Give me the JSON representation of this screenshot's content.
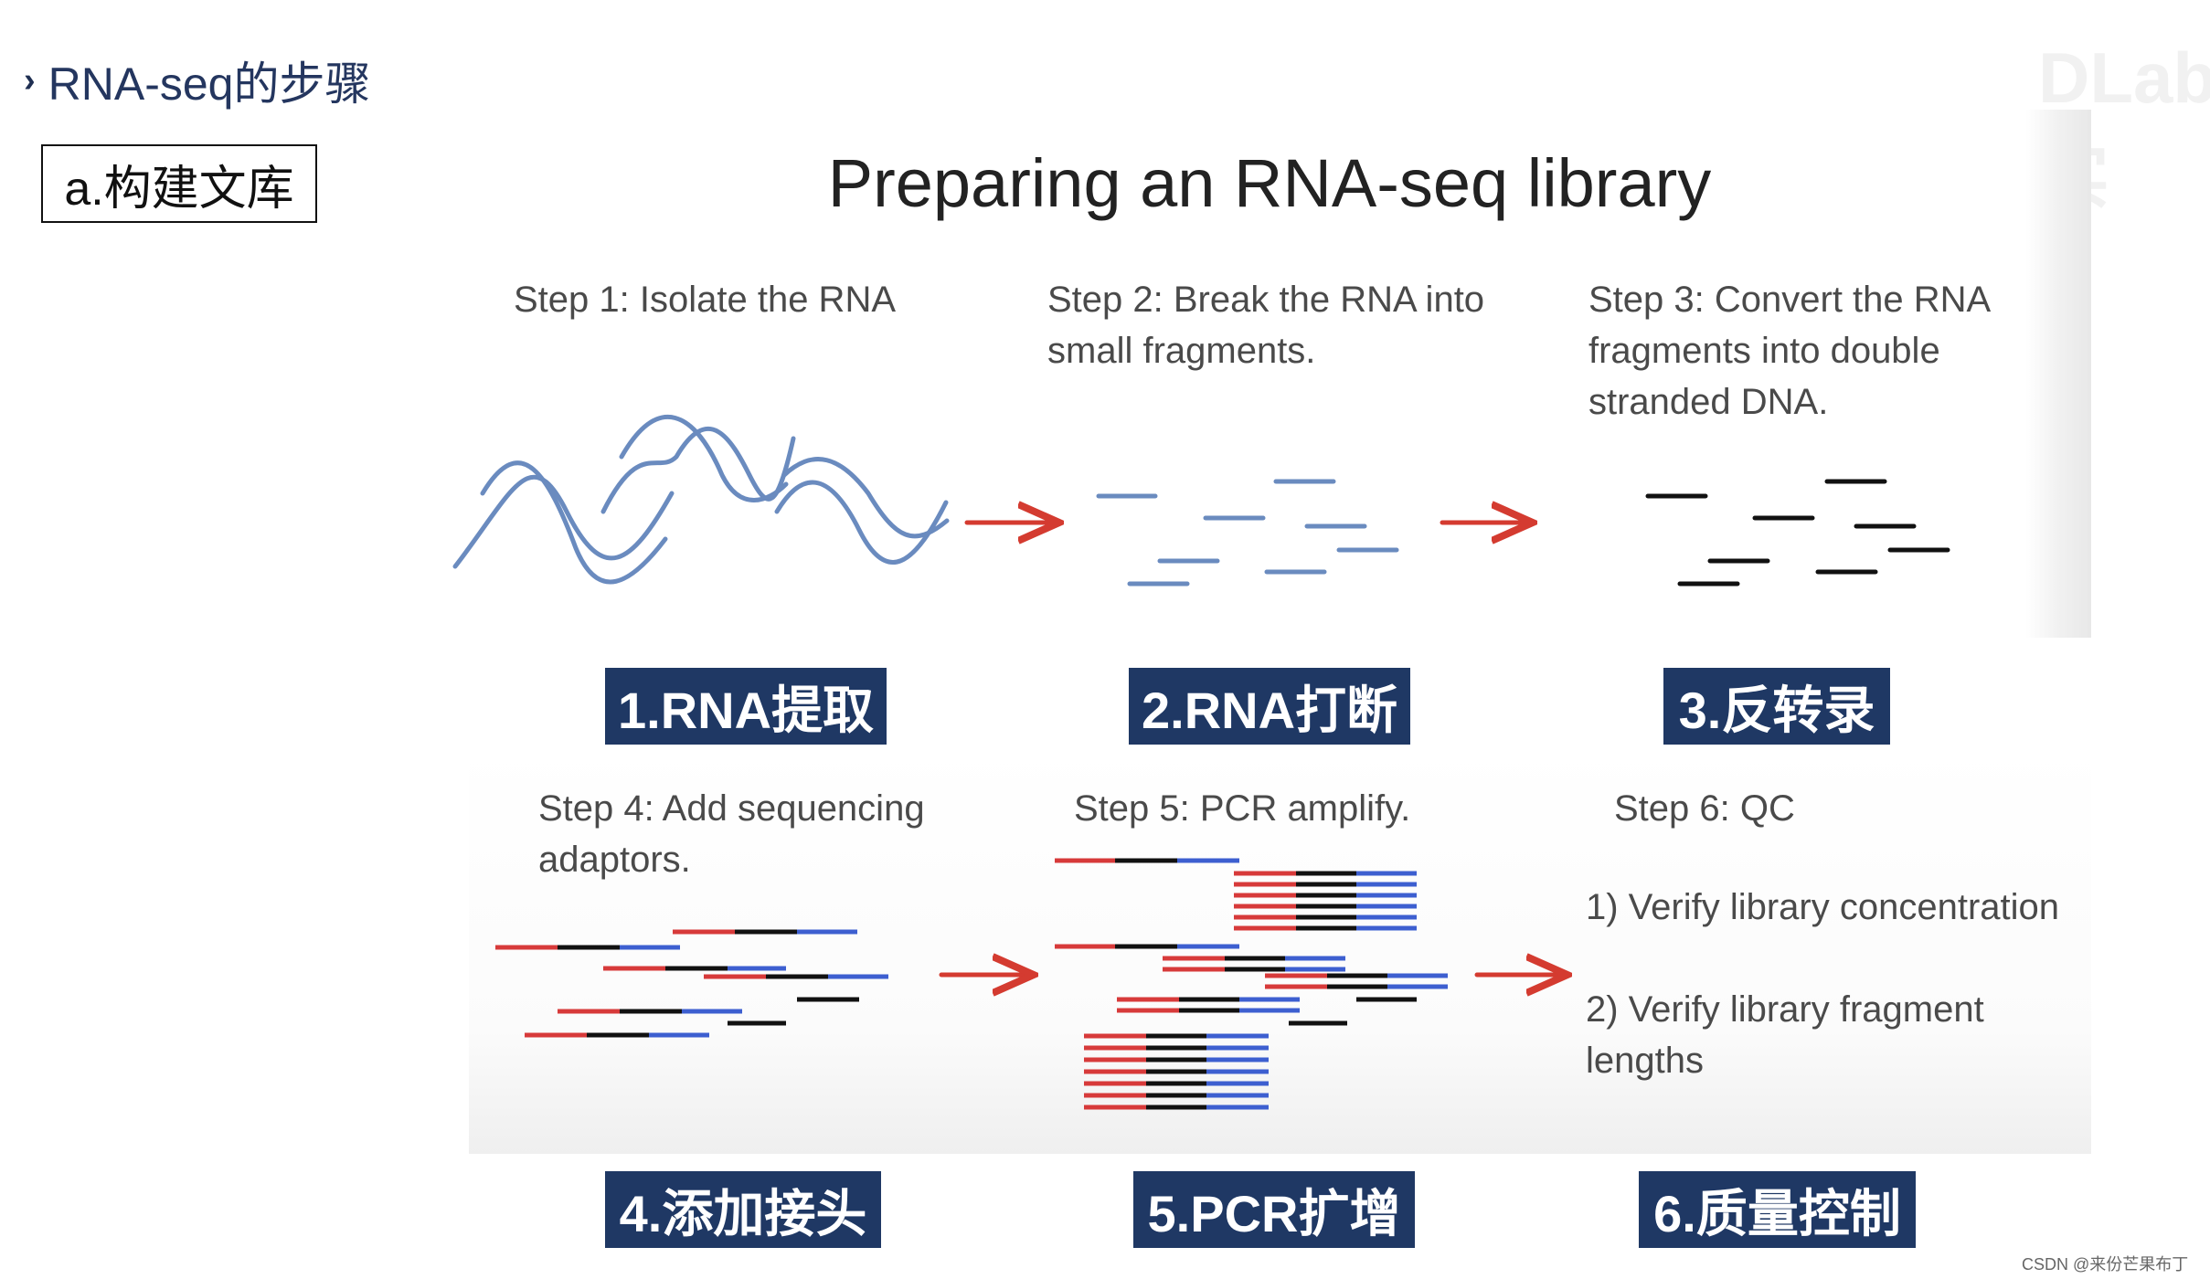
{
  "header": {
    "chevron": "›",
    "title": "RNA-seq的步骤"
  },
  "section_box": {
    "label": "a.构建文库"
  },
  "diagram": {
    "title": "Preparing an RNA-seq library",
    "steps": [
      {
        "text": "Step 1: Isolate the RNA",
        "cn": "1.RNA提取"
      },
      {
        "text": "Step 2: Break the RNA into\nsmall fragments.",
        "cn": "2.RNA打断"
      },
      {
        "text": "Step 3: Convert the RNA\nfragments into double\nstranded DNA.",
        "cn": "3.反转录"
      },
      {
        "text": "Step 4: Add sequencing\nadaptors.",
        "cn": "4.添加接头"
      },
      {
        "text": "Step 5: PCR amplify.",
        "cn": "5.PCR扩增"
      },
      {
        "text": "Step 6: QC",
        "cn": "6.质量控制"
      }
    ],
    "qc_items": [
      "1) Verify library concentration",
      "2) Verify library fragment\nlengths"
    ]
  },
  "colors": {
    "rna": "#6a8bbf",
    "arrow": "#d43b30",
    "dna": "#111111",
    "adaptor_red": "#d73a3a",
    "adaptor_blue": "#3d5fd0",
    "label_bg": "#1f3864"
  },
  "watermark": {
    "top": "DLab实",
    "bottom": "CSDN @来份芒果布丁"
  }
}
